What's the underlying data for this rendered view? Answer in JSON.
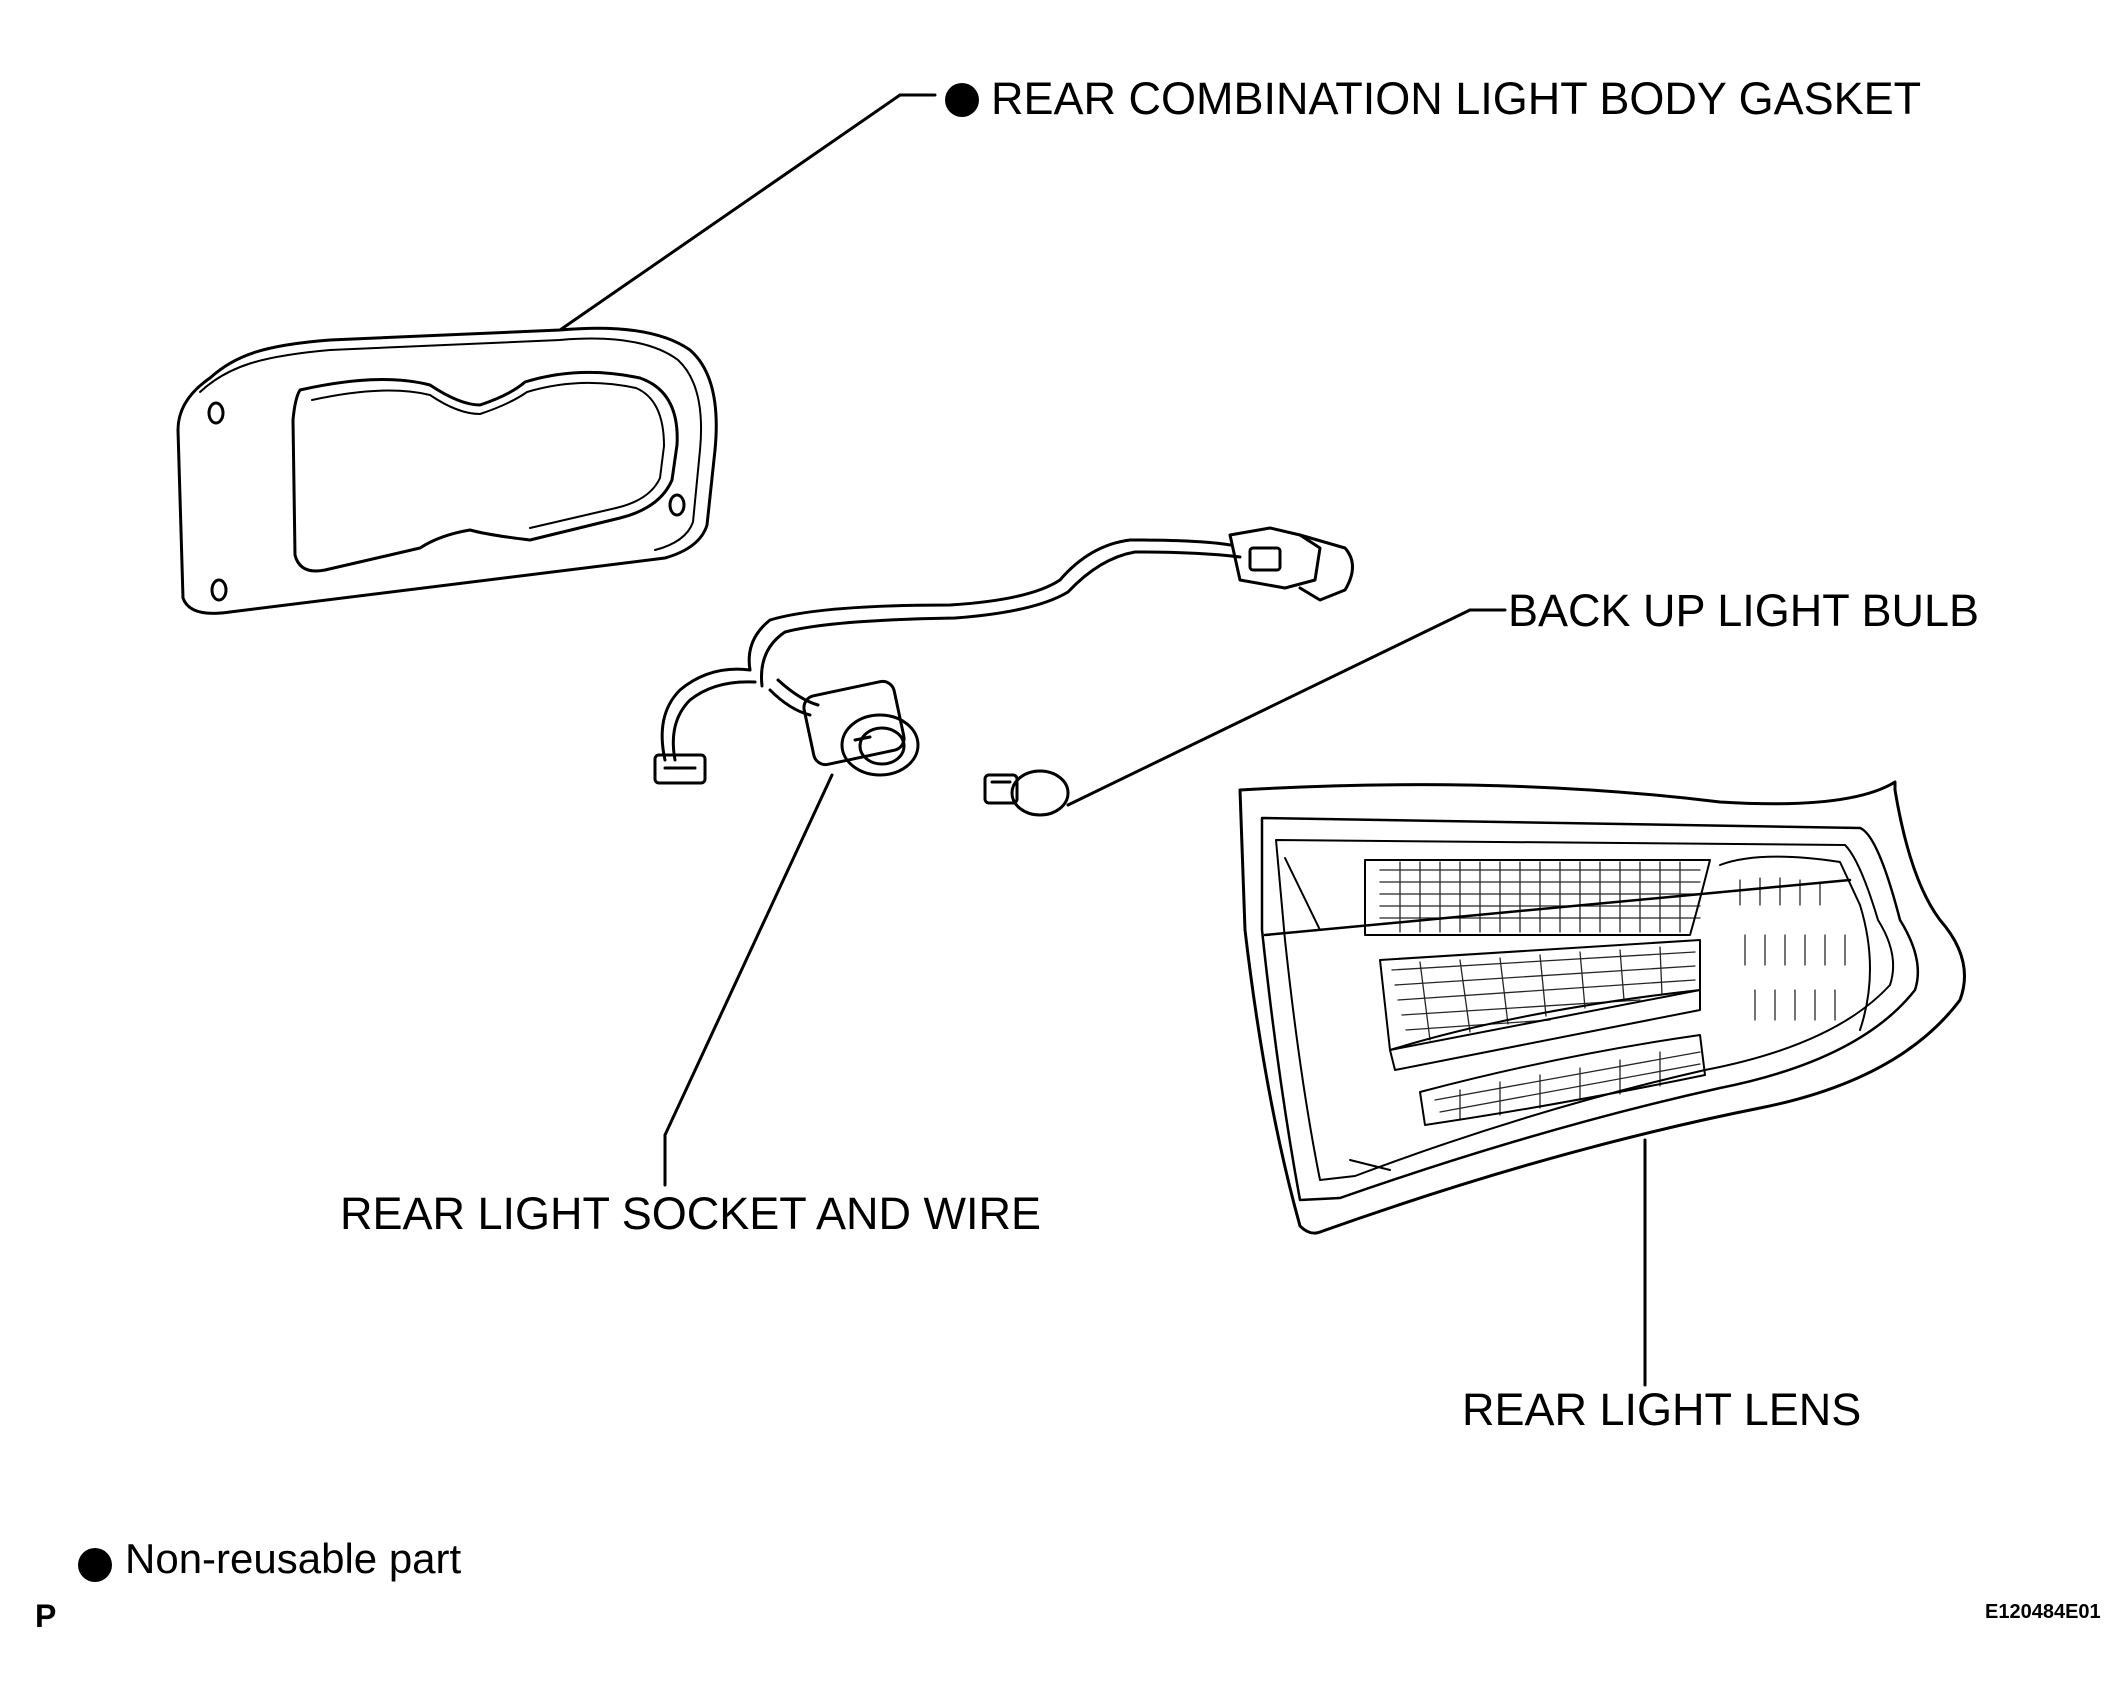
{
  "labels": {
    "gasket": "REAR COMBINATION LIGHT BODY GASKET",
    "bulb": "BACK UP LIGHT BULB",
    "socket": "REAR LIGHT SOCKET AND WIRE",
    "lens": "REAR LIGHT LENS"
  },
  "legend": {
    "text": "Non-reusable part",
    "icon": "filled-circle-icon"
  },
  "footer": {
    "left_code": "P",
    "figure_id": "E120484E01"
  }
}
